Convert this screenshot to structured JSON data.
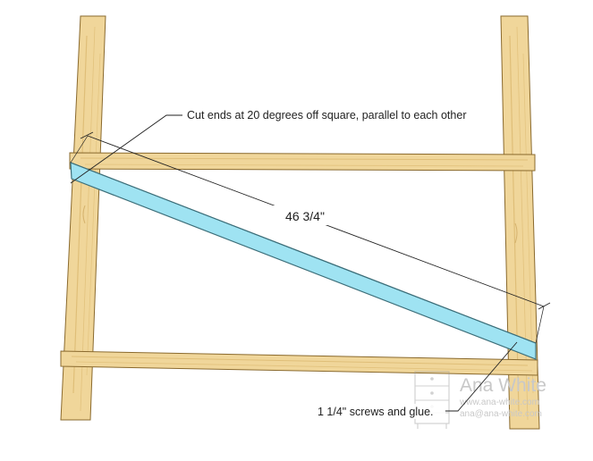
{
  "annotations": {
    "cut_note": "Cut ends at 20 degrees off square, parallel to each other",
    "length_label": "46 3/4\"",
    "screws_note": "1 1/4\" screws and glue."
  },
  "watermark": {
    "name": "Ana White",
    "site": "www.ana-white.com",
    "email": "ana@ana-white.com"
  },
  "colors": {
    "wood": "#f0d69a",
    "wood_edge": "#8a6a2e",
    "wood_grain": "#d9b56a",
    "brace": "#9fe3f2",
    "brace_edge": "#3d6f7a",
    "line": "#222222"
  }
}
